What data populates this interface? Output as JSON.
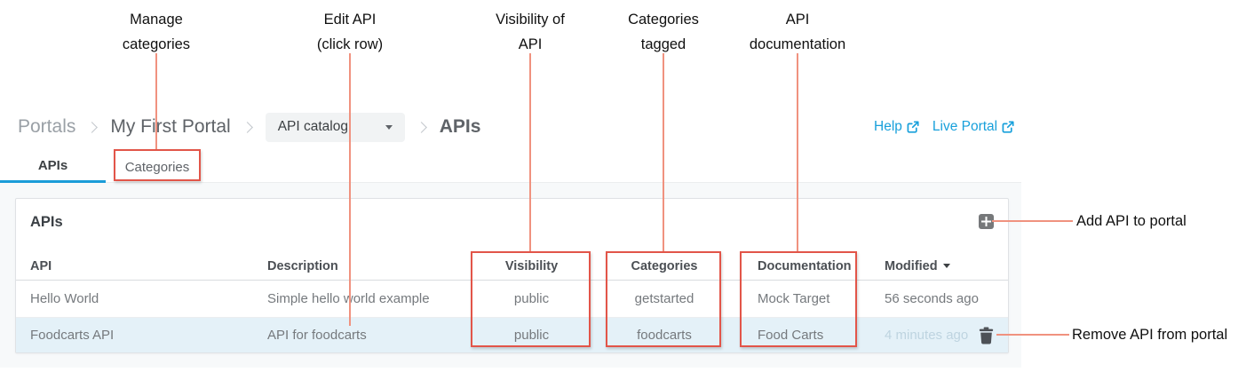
{
  "annotations": {
    "top_labels": [
      {
        "text": "Manage\ncategories"
      },
      {
        "text": "Edit API\n(click row)"
      },
      {
        "text": "Visibility of\nAPI"
      },
      {
        "text": "Categories\ntagged"
      },
      {
        "text": "API\ndocumentation"
      }
    ],
    "right_labels": {
      "add": "Add API to portal",
      "remove": "Remove API from portal"
    },
    "line_color": "#f0927f",
    "box_color": "#e25549"
  },
  "breadcrumb": {
    "root": "Portals",
    "portal": "My First Portal",
    "dropdown_value": "API catalog",
    "current": "APIs"
  },
  "header_links": {
    "help": "Help",
    "live_portal": "Live Portal",
    "link_color": "#18a0db"
  },
  "tabs": [
    {
      "label": "APIs",
      "active": true
    },
    {
      "label": "Categories",
      "active": false
    }
  ],
  "panel": {
    "title": "APIs"
  },
  "table": {
    "columns": [
      "API",
      "Description",
      "Visibility",
      "Categories",
      "Documentation",
      "Modified"
    ],
    "sort_column": "Modified",
    "sort_direction": "desc",
    "rows": [
      {
        "api": "Hello World",
        "description": "Simple hello world example",
        "visibility": "public",
        "categories": "getstarted",
        "documentation": "Mock Target",
        "modified": "56 seconds ago"
      },
      {
        "api": "Foodcarts API",
        "description": "API for foodcarts",
        "visibility": "public",
        "categories": "foodcarts",
        "documentation": "Food Carts",
        "modified": "4 minutes ago",
        "highlighted": true
      }
    ]
  },
  "icons": {
    "add": "plus-icon",
    "remove": "trash-icon",
    "external": "external-link-icon",
    "dropdown": "caret-down-icon",
    "sort": "caret-down-icon"
  },
  "colors": {
    "accent_blue": "#1a9cd8",
    "row_highlight": "#e4f1f8",
    "content_background": "#f7f9fa",
    "faded_text": "#bed4e0"
  }
}
